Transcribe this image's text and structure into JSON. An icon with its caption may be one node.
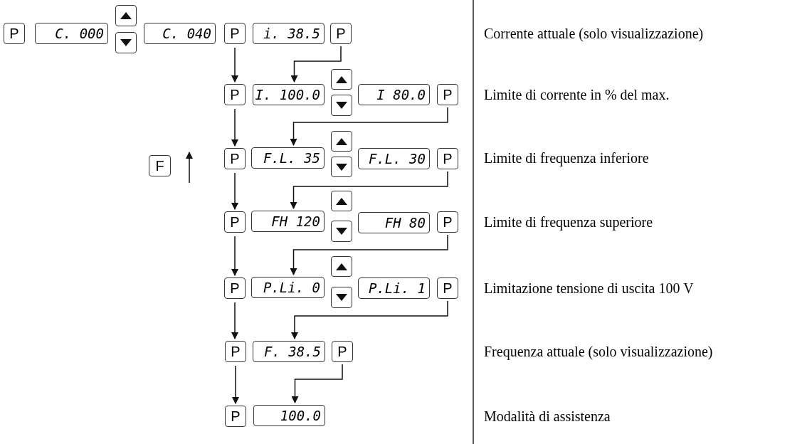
{
  "diagram": {
    "nodes": [
      {
        "text": [
          "P"
        ]
      },
      {
        "text": [
          "C. 000"
        ]
      },
      {
        "text": [],
        "shape": "box"
      },
      {
        "text": [],
        "shape": "box"
      },
      {
        "text": [
          "C. 040"
        ]
      },
      {
        "text": [
          "P"
        ]
      },
      {
        "text": [
          "i. 38.5"
        ]
      },
      {
        "text": [
          "P"
        ]
      },
      {
        "text": [
          "P"
        ]
      },
      {
        "text": [
          "I. 100.0"
        ]
      },
      {
        "text": [],
        "shape": "box"
      },
      {
        "text": [],
        "shape": "box"
      },
      {
        "text": [
          "I 80.0"
        ]
      },
      {
        "text": [
          "P"
        ]
      },
      {
        "text": [
          "F"
        ]
      },
      {
        "text": [
          "P"
        ]
      },
      {
        "text": [
          "F.L. 35"
        ]
      },
      {
        "text": [],
        "shape": "box"
      },
      {
        "text": [],
        "shape": "box"
      },
      {
        "text": [
          "F.L. 30"
        ]
      },
      {
        "text": [
          "P"
        ]
      },
      {
        "text": [
          "P"
        ]
      },
      {
        "text": [
          "FH 120"
        ]
      },
      {
        "text": [],
        "shape": "box"
      },
      {
        "text": [],
        "shape": "box"
      },
      {
        "text": [
          "FH 80"
        ]
      },
      {
        "text": [
          "P"
        ]
      },
      {
        "text": [
          "P"
        ]
      },
      {
        "text": [
          "P.Li. 0"
        ]
      },
      {
        "text": [],
        "shape": "box"
      },
      {
        "text": [],
        "shape": "box"
      },
      {
        "text": [
          "P.Li. 1"
        ]
      },
      {
        "text": [
          "P"
        ]
      },
      {
        "text": [
          "P"
        ]
      },
      {
        "text": [
          "F. 38.5"
        ]
      },
      {
        "text": [
          "P"
        ]
      },
      {
        "text": [
          "P"
        ]
      },
      {
        "text": [
          "100.0"
        ]
      }
    ],
    "edges": [
      {
        "from": 5,
        "to": 8,
        "arrow": "to"
      },
      {
        "from": 7,
        "to": 9,
        "arrow": "to"
      },
      {
        "from": 8,
        "to": 15,
        "arrow": "to"
      },
      {
        "from": 13,
        "to": 16,
        "arrow": "to"
      },
      {
        "from": 15,
        "to": 21,
        "arrow": "to"
      },
      {
        "from": 20,
        "to": 22,
        "arrow": "to"
      },
      {
        "from": 21,
        "to": 27,
        "arrow": "to"
      },
      {
        "from": 26,
        "to": 28,
        "arrow": "to"
      },
      {
        "from": 27,
        "to": 33,
        "arrow": "to"
      },
      {
        "from": 32,
        "to": 34,
        "arrow": "to"
      },
      {
        "from": 33,
        "to": 36,
        "arrow": "to"
      },
      {
        "from": 35,
        "to": 37,
        "arrow": "to"
      }
    ],
    "labels": [
      "Corrente attuale (solo visualizzazione)",
      "Limite di corrente in % del max.",
      "Limite di frequenza inferiore",
      "Limite di frequenza superiore",
      "Limitazione tensione di uscita 100 V",
      "Frequenza attuale (solo visualizzazione)",
      "Modalità di assistenza"
    ]
  }
}
